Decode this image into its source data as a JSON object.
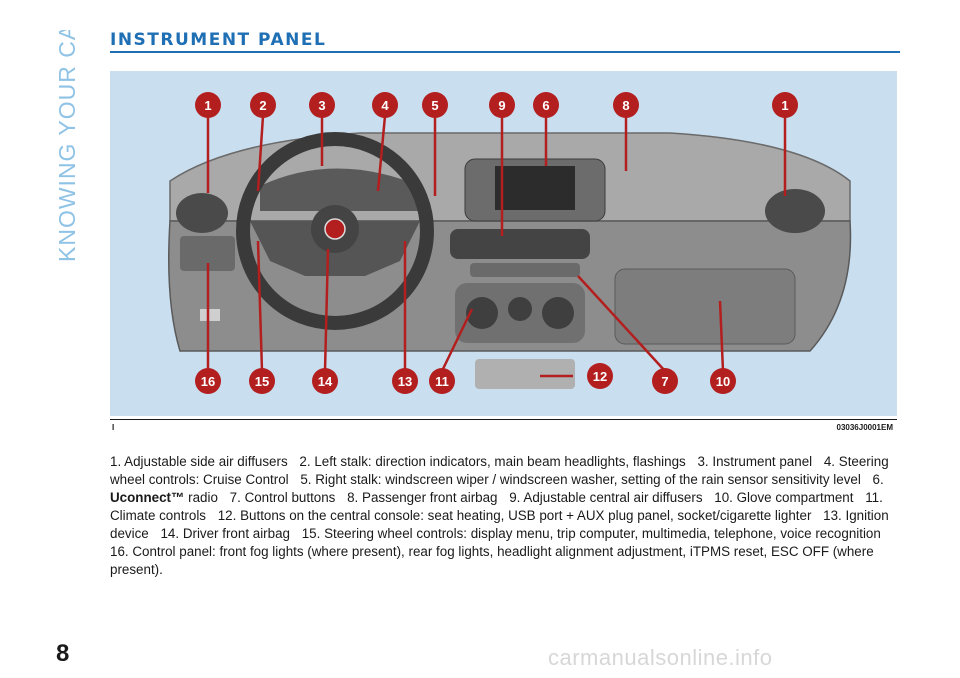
{
  "section_tab": "KNOWING YOUR CAR",
  "heading": "INSTRUMENT PANEL",
  "figure": {
    "label_left": "I",
    "code": "03036J0001EM",
    "callouts_top": [
      "1",
      "2",
      "3",
      "4",
      "5",
      "9",
      "6",
      "8",
      "1"
    ],
    "callouts_bottom": [
      "16",
      "15",
      "14",
      "13",
      "11",
      "12",
      "7",
      "10"
    ]
  },
  "legend": [
    {
      "num": "1.",
      "text": "Adjustable side air diffusers"
    },
    {
      "num": "2.",
      "text": "Left stalk: direction indicators, main beam headlights, flashings"
    },
    {
      "num": "3.",
      "text": "Instrument panel"
    },
    {
      "num": "4.",
      "text": "Steering wheel controls: Cruise Control"
    },
    {
      "num": "5.",
      "text": "Right stalk: windscreen wiper / windscreen washer, setting of the rain sensor sensitivity level"
    },
    {
      "num": "6.",
      "bold": "Uconnect™",
      "text": "radio"
    },
    {
      "num": "7.",
      "text": "Control buttons"
    },
    {
      "num": "8.",
      "text": "Passenger front airbag"
    },
    {
      "num": "9.",
      "text": "Adjustable central air diffusers"
    },
    {
      "num": "10.",
      "text": "Glove compartment"
    },
    {
      "num": "11.",
      "text": "Climate controls"
    },
    {
      "num": "12.",
      "text": "Buttons on the central console: seat heating, USB port + AUX plug panel, socket/cigarette lighter"
    },
    {
      "num": "13.",
      "text": "Ignition device"
    },
    {
      "num": "14.",
      "text": "Driver front airbag"
    },
    {
      "num": "15.",
      "text": "Steering wheel controls: display menu, trip computer, multimedia, telephone, voice recognition"
    },
    {
      "num": "16.",
      "text": "Control panel: front fog lights (where present), rear fog lights, headlight alignment adjustment, iTPMS reset, ESC OFF (where present)."
    }
  ],
  "page_number": "8",
  "watermark": "carmanualsonline.info"
}
